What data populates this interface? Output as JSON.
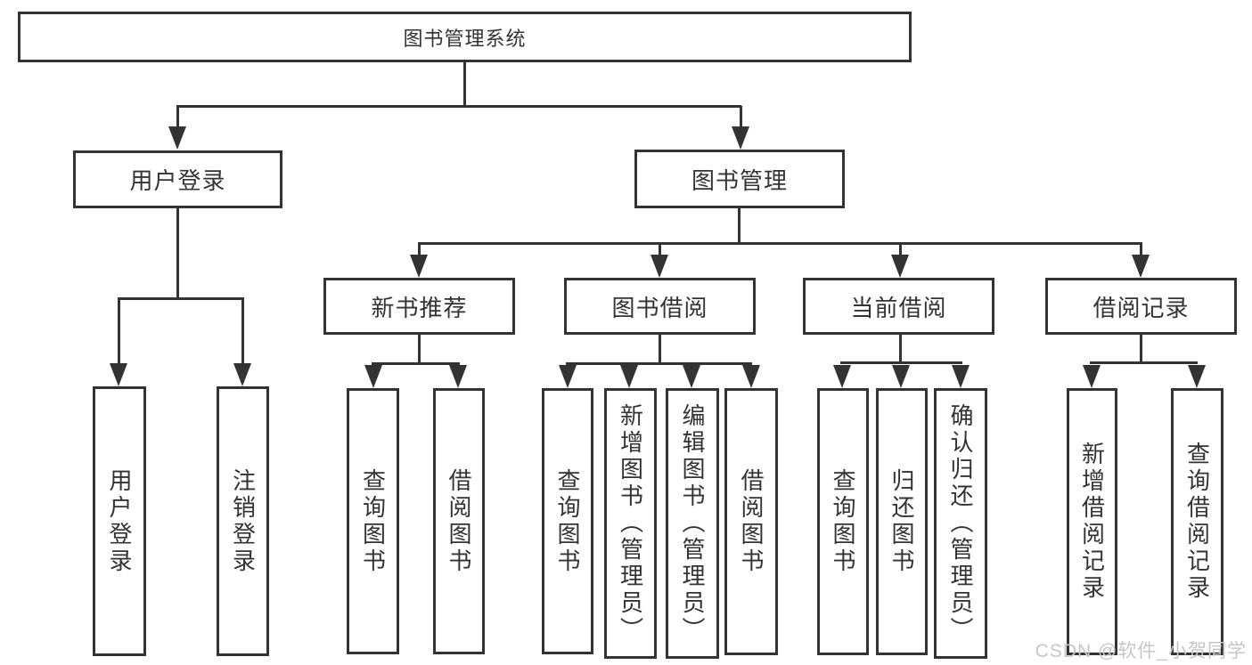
{
  "diagram_title": "图书管理系统",
  "tree": {
    "label": "图书管理系统",
    "children": [
      {
        "label": "用户登录",
        "children": [
          {
            "label": "用户登录"
          },
          {
            "label": "注销登录"
          }
        ]
      },
      {
        "label": "图书管理",
        "children": [
          {
            "label": "新书推荐",
            "children": [
              {
                "label": "查询图书"
              },
              {
                "label": "借阅图书"
              }
            ]
          },
          {
            "label": "图书借阅",
            "children": [
              {
                "label": "查询图书"
              },
              {
                "label": "新增图书（管理员）"
              },
              {
                "label": "编辑图书（管理员）"
              },
              {
                "label": "借阅图书"
              }
            ]
          },
          {
            "label": "当前借阅",
            "children": [
              {
                "label": "查询图书"
              },
              {
                "label": "归还图书"
              },
              {
                "label": "确认归还（管理员）"
              }
            ]
          },
          {
            "label": "借阅记录",
            "children": [
              {
                "label": "新增借阅记录"
              },
              {
                "label": "查询借阅记录"
              }
            ]
          }
        ]
      }
    ]
  },
  "watermark": "CSDN @软件_小贺同学",
  "colors": {
    "line": "#333333",
    "text": "#333333",
    "background": "#ffffff",
    "watermark": "#c6c6c6"
  }
}
